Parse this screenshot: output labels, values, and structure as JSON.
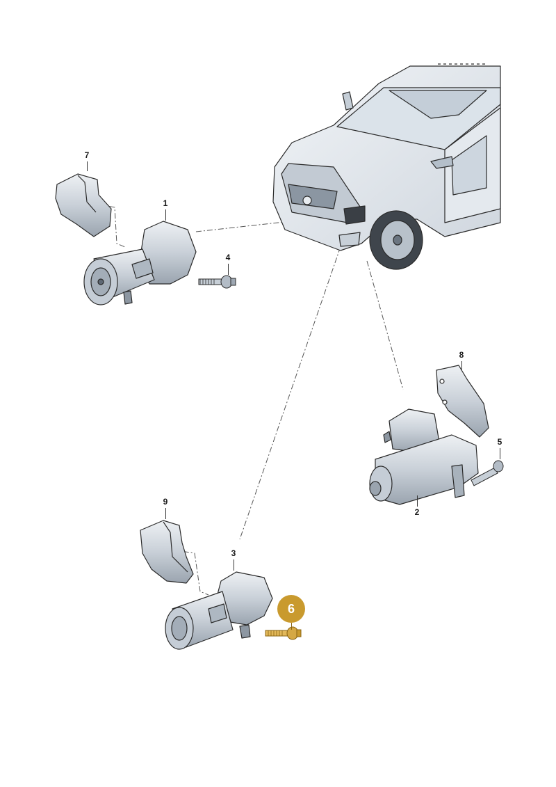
{
  "callouts": {
    "c1": "1",
    "c2": "2",
    "c3": "3",
    "c4": "4",
    "c5": "5",
    "c6": "6",
    "c7": "7",
    "c8": "8",
    "c9": "9"
  },
  "colors": {
    "highlight": "#c99a2e",
    "part_fill": "#d7dde4",
    "outline": "#2a2a2a"
  },
  "icons": [
    "vehicle-illustration",
    "starter-motor",
    "heat-shield",
    "bolt"
  ]
}
